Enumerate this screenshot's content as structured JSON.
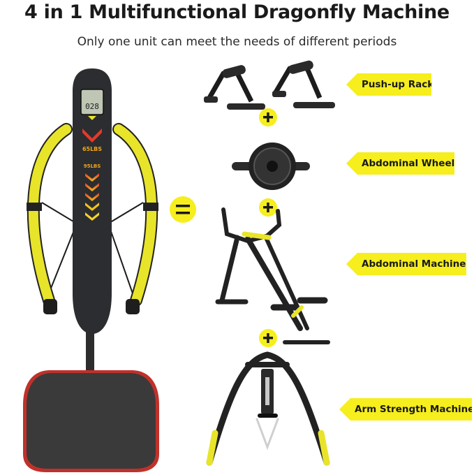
{
  "header": {
    "title": "4 in 1 Multifunctional Dragonfly Machine",
    "subtitle": "Only one unit can meet the needs of different periods"
  },
  "device": {
    "display_digits": "028",
    "weight_markings": [
      "65LBS",
      "95LBS"
    ]
  },
  "labels": {
    "pushup": "Push-up Rack",
    "wheel": "Abdominal Wheel",
    "ab_machine": "Abdominal Machine",
    "arm": "Arm Strength Machine"
  },
  "colors": {
    "accent_yellow": "#f6ee1d",
    "device_body": "#2b2d30",
    "pad_red": "#c0312b",
    "foam_yellow": "#e8e42a"
  },
  "icons": [
    "equals-icon",
    "plus-icon",
    "plus-icon",
    "plus-icon",
    "plus-icon"
  ]
}
